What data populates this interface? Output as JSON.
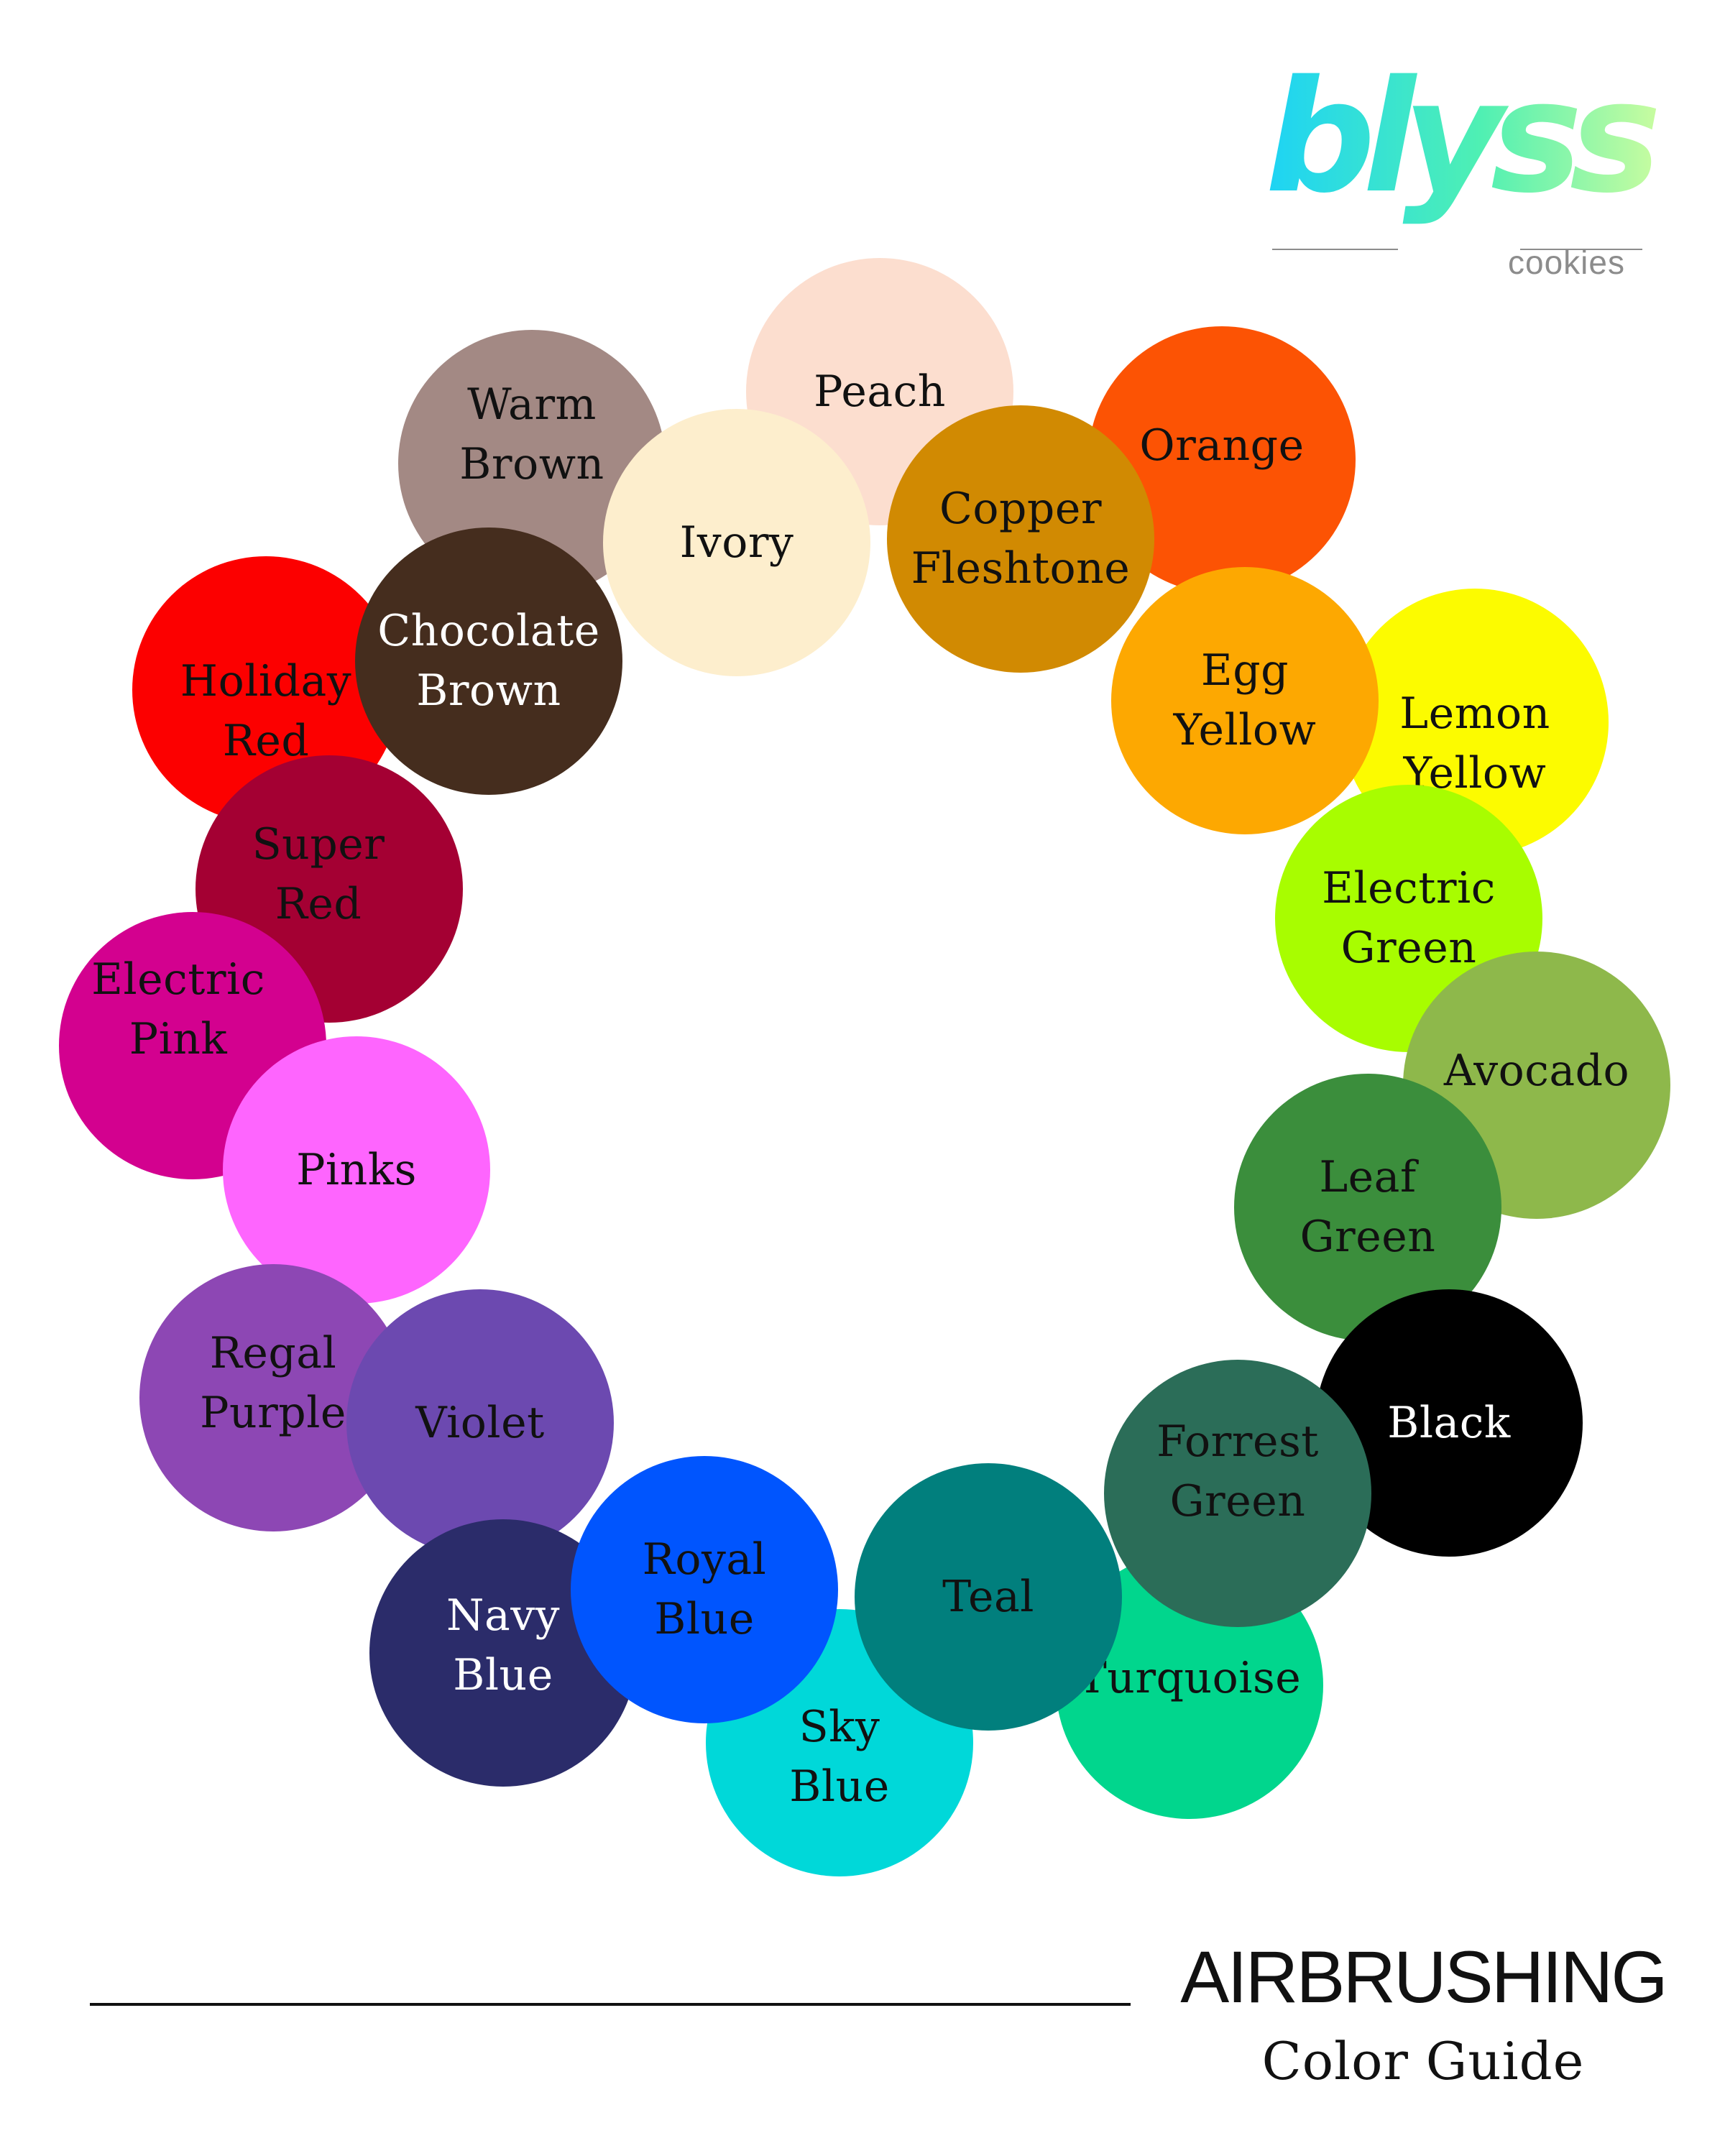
{
  "logo": {
    "word": "blyss",
    "sub": "cookies"
  },
  "colors": [
    {
      "name": "Peach",
      "hex": "#FCDECF",
      "text": "#111111"
    },
    {
      "name": "Warm\nBrown",
      "hex": "#A38984",
      "text": "#111111"
    },
    {
      "name": "Orange",
      "hex": "#FC5304",
      "text": "#111111"
    },
    {
      "name": "Ivory",
      "hex": "#FDEECD",
      "text": "#111111"
    },
    {
      "name": "Copper\nFleshtone",
      "hex": "#D18A02",
      "text": "#111111"
    },
    {
      "name": "Holiday\nRed",
      "hex": "#FC0000",
      "text": "#111111"
    },
    {
      "name": "Chocolate\nBrown",
      "hex": "#452D1E",
      "text": "#ffffff"
    },
    {
      "name": "Lemon\nYellow",
      "hex": "#FCFB00",
      "text": "#111111"
    },
    {
      "name": "Egg\nYellow",
      "hex": "#FDA801",
      "text": "#111111"
    },
    {
      "name": "Super\nRed",
      "hex": "#A40033",
      "text": "#111111"
    },
    {
      "name": "Electric\nGreen",
      "hex": "#A8FD00",
      "text": "#111111"
    },
    {
      "name": "Electric\nPink",
      "hex": "#D3018F",
      "text": "#111111"
    },
    {
      "name": "Avocado",
      "hex": "#8EB84B",
      "text": "#111111"
    },
    {
      "name": "Pinks",
      "hex": "#FE65FE",
      "text": "#111111"
    },
    {
      "name": "Leaf\nGreen",
      "hex": "#3B8E3C",
      "text": "#111111"
    },
    {
      "name": "Black",
      "hex": "#000000",
      "text": "#ffffff"
    },
    {
      "name": "Regal\nPurple",
      "hex": "#8D47B4",
      "text": "#111111"
    },
    {
      "name": "Violet",
      "hex": "#6C49B0",
      "text": "#111111"
    },
    {
      "name": "Turquoise",
      "hex": "#01D68D",
      "text": "#111111"
    },
    {
      "name": "Forrest\nGreen",
      "hex": "#2B6D58",
      "text": "#111111"
    },
    {
      "name": "Navy\nBlue",
      "hex": "#2B2C6A",
      "text": "#ffffff"
    },
    {
      "name": "Sky\nBlue",
      "hex": "#00D8D9",
      "text": "#111111"
    },
    {
      "name": "Royal\nBlue",
      "hex": "#0055FE",
      "text": "#111111"
    },
    {
      "name": "Teal",
      "hex": "#017F7D",
      "text": "#111111"
    }
  ],
  "footer": {
    "title": "AIRBRUSHING",
    "subtitle": "Color Guide"
  }
}
